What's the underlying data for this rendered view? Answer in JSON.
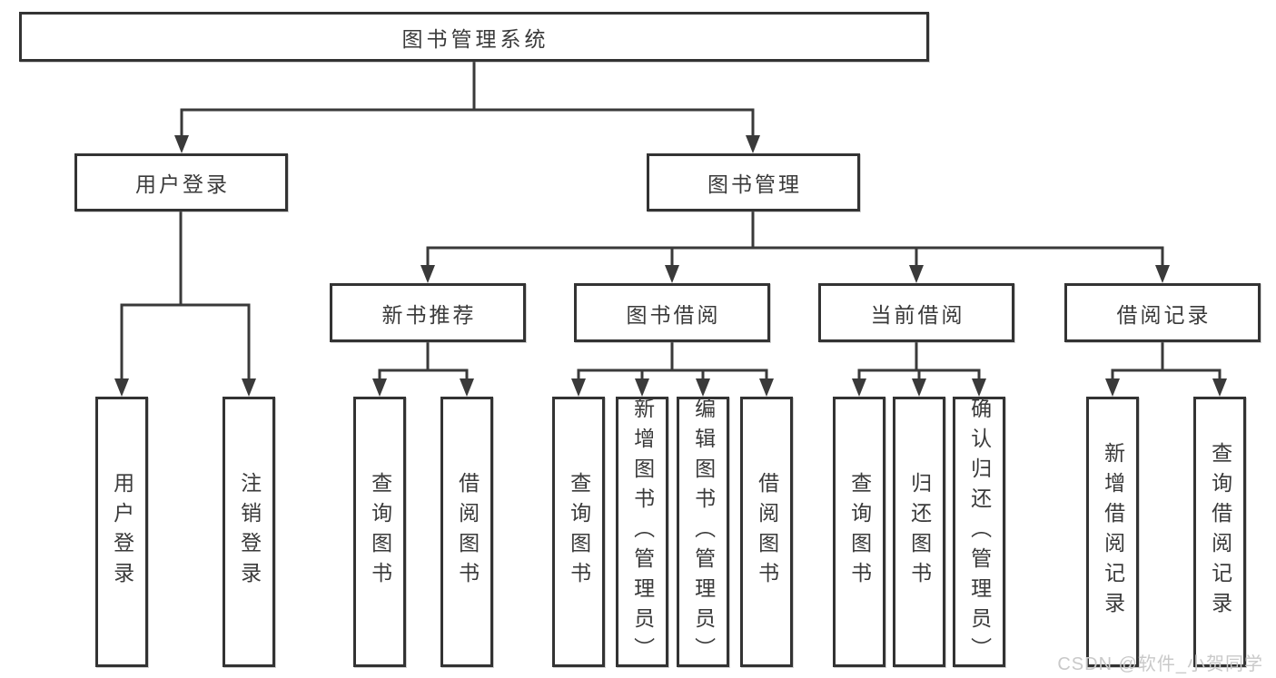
{
  "diagram": {
    "root": {
      "label": "图书管理系统"
    },
    "branches": [
      {
        "label": "用户登录",
        "children": [
          "用户登录",
          "注销登录"
        ]
      },
      {
        "label": "图书管理",
        "children": [
          {
            "label": "新书推荐",
            "children": [
              "查询图书",
              "借阅图书"
            ]
          },
          {
            "label": "图书借阅",
            "children": [
              "查询图书",
              "新增图书（管理员）",
              "编辑图书（管理员）",
              "借阅图书"
            ]
          },
          {
            "label": "当前借阅",
            "children": [
              "查询图书",
              "归还图书",
              "确认归还（管理员）"
            ]
          },
          {
            "label": "借阅记录",
            "children": [
              "新增借阅记录",
              "查询借阅记录"
            ]
          }
        ]
      }
    ]
  },
  "watermark": {
    "text": "CSDN @软件_小贺同学"
  },
  "colors": {
    "background": "#ffffff",
    "line": "#3a3a3a",
    "box_border": "#333333",
    "text": "#3a3a3a",
    "watermark": "#c9c9c9"
  }
}
